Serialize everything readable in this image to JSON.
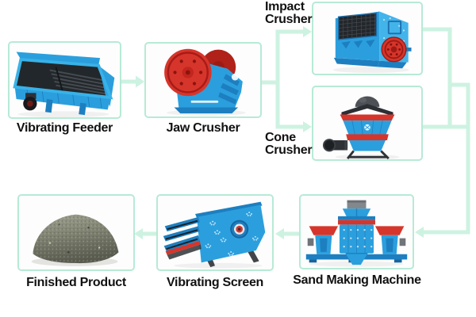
{
  "diagram": {
    "nodes": [
      {
        "id": "vibrating-feeder",
        "label": "Vibrating Feeder"
      },
      {
        "id": "jaw-crusher",
        "label": "Jaw Crusher"
      },
      {
        "id": "impact-crusher",
        "label": "Impact Crusher"
      },
      {
        "id": "cone-crusher",
        "label": "Cone Crusher"
      },
      {
        "id": "sand-making-machine",
        "label": "Sand Making Machine"
      },
      {
        "id": "vibrating-screen",
        "label": "Vibrating Screen"
      },
      {
        "id": "finished-product",
        "label": "Finished Product"
      }
    ],
    "edges": [
      {
        "from": "vibrating-feeder",
        "to": "jaw-crusher"
      },
      {
        "from": "jaw-crusher",
        "to": "impact-crusher"
      },
      {
        "from": "jaw-crusher",
        "to": "cone-crusher"
      },
      {
        "from": "impact-crusher",
        "to": "sand-making-machine"
      },
      {
        "from": "cone-crusher",
        "to": "sand-making-machine"
      },
      {
        "from": "sand-making-machine",
        "to": "vibrating-screen"
      },
      {
        "from": "vibrating-screen",
        "to": "finished-product"
      }
    ],
    "colors": {
      "box_border": "#b7ead6",
      "connector": "#cdf2e2",
      "label_text": "#111111",
      "machine_blue": "#2b9fdd",
      "machine_blue_dark": "#1d7fc0",
      "machine_blue_light": "#43b4ea",
      "machine_red": "#d6352b",
      "machine_red_dark": "#9e1b14",
      "machine_dark": "#2e3236",
      "machine_gray": "#83888d"
    }
  }
}
